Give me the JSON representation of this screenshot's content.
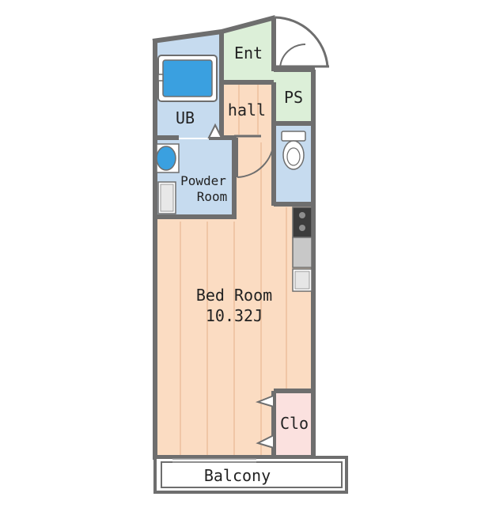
{
  "floorplan": {
    "rooms": {
      "entrance": "Ent",
      "hall": "hall",
      "pipe_space": "PS",
      "unit_bath": "UB",
      "powder_room_line1": "Powder",
      "powder_room_line2": "Room",
      "bedroom_name": "Bed Room",
      "bedroom_size": "10.32J",
      "closet": "Clo",
      "balcony": "Balcony"
    },
    "colors": {
      "wall": "#6e6e6e",
      "floor_wood": "#fbdcc2",
      "floor_stripe": "#f4cdb0",
      "entrance": "#dcefd8",
      "hall": "#fbdcc2",
      "wet_area": "#c6dbef",
      "closet": "#fbe1df",
      "balcony": "#ffffff",
      "tub": "#3aa0e0"
    }
  }
}
